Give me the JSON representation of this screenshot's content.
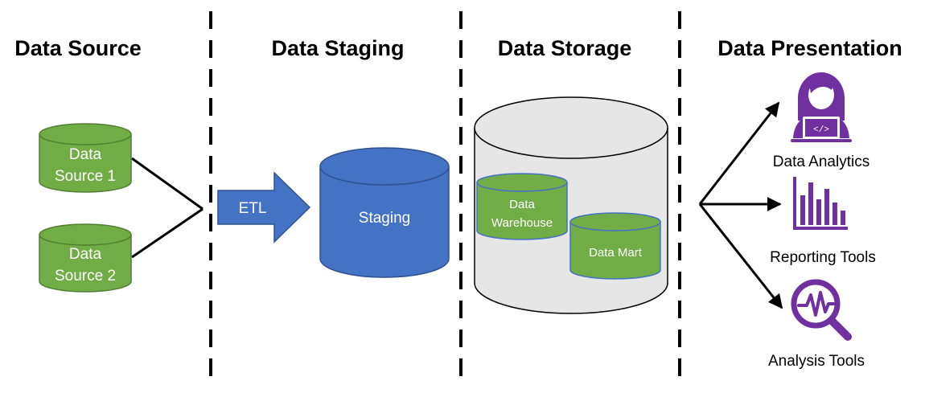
{
  "columns": {
    "source": "Data Source",
    "staging": "Data Staging",
    "storage": "Data Storage",
    "presentation": "Data Presentation"
  },
  "sources": {
    "source1": [
      "Data",
      "Source 1"
    ],
    "source2": [
      "Data",
      "Source 2"
    ]
  },
  "etl": "ETL",
  "staging": "Staging",
  "storage": {
    "warehouse": [
      "Data",
      "Warehouse"
    ],
    "mart": "Data Mart"
  },
  "tools": {
    "analytics": "Data Analytics",
    "reporting": "Reporting Tools",
    "analysis": "Analysis Tools"
  },
  "colors": {
    "green": "#70AD47",
    "green_stroke": "#507E32",
    "blue": "#4472C4",
    "blue_stroke": "#2F528F",
    "gray": "#E7E6E6",
    "purple": "#7030A0",
    "divider": "#000000"
  }
}
